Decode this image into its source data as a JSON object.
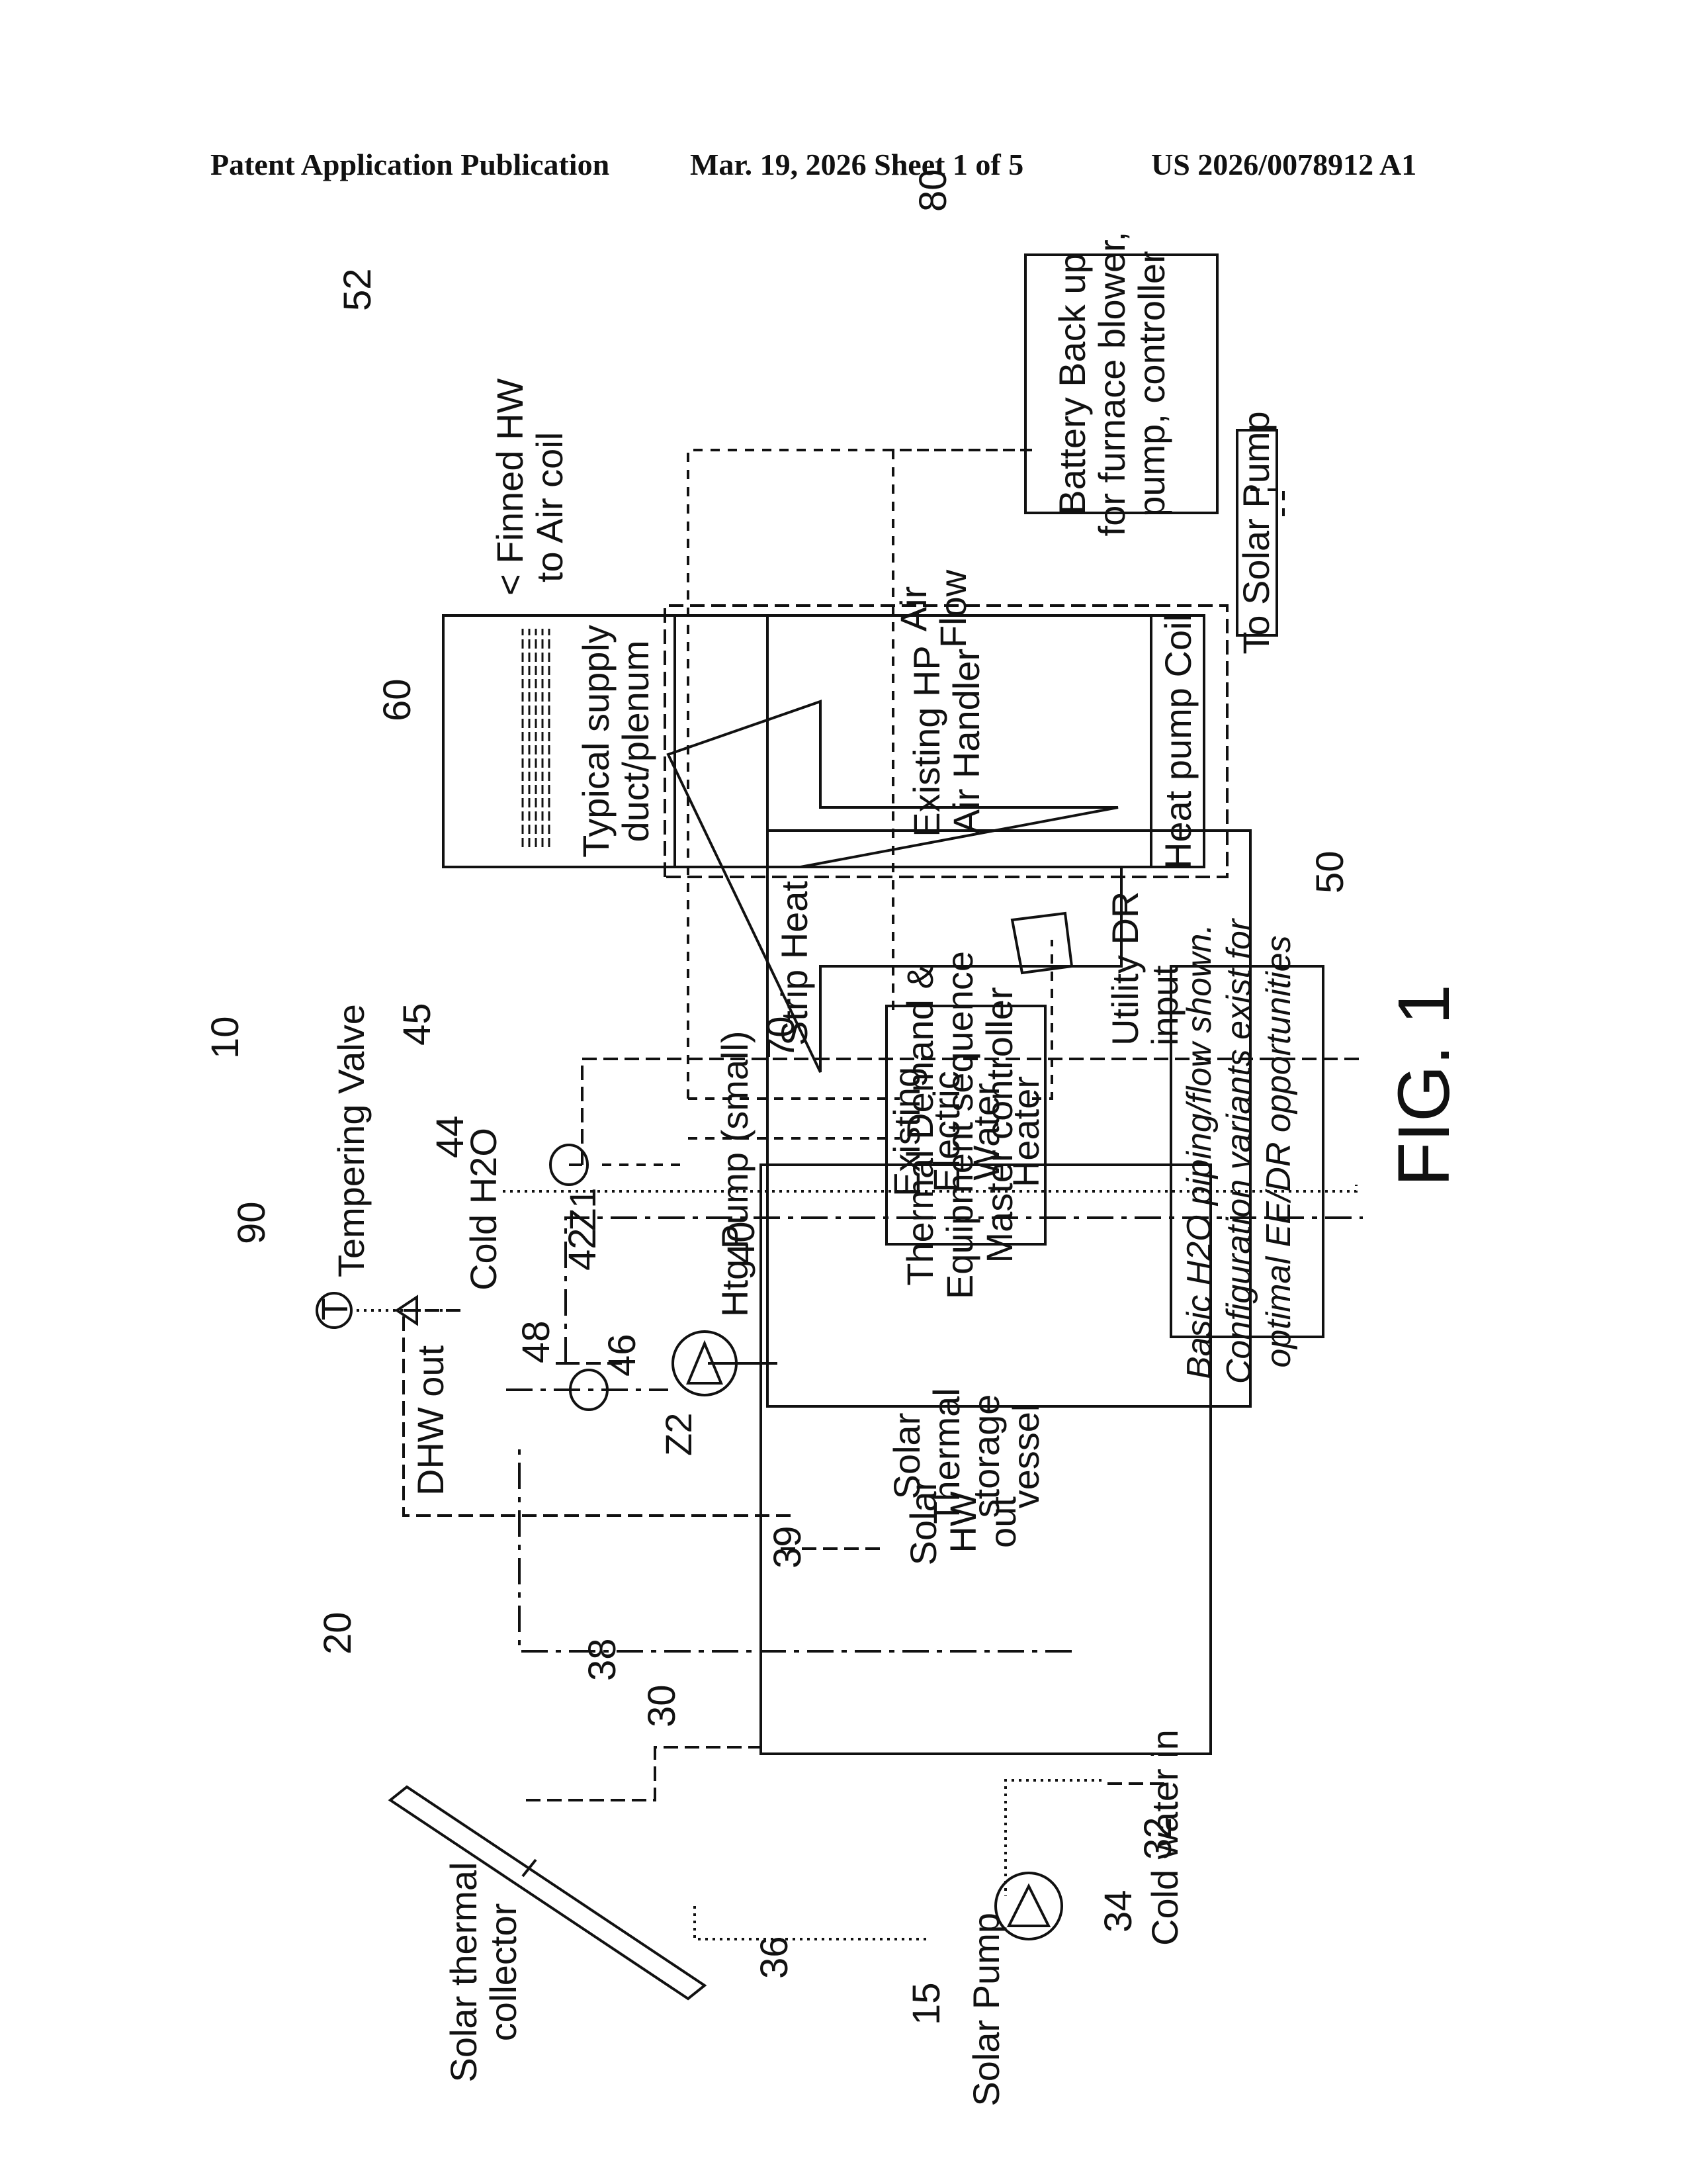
{
  "header": {
    "left": "Patent Application Publication",
    "middle": "Mar. 19, 2026  Sheet 1 of 5",
    "right": "US 2026/0078912 A1"
  },
  "figure_label": "FIG. 1",
  "refs": {
    "r10": "10",
    "r15": "15",
    "r20": "20",
    "r30": "30",
    "r32": "32",
    "r34": "34",
    "r36": "36",
    "r38": "38",
    "r39": "39",
    "r40": "40",
    "r42": "42",
    "r44": "44",
    "r45": "45",
    "r46": "46",
    "r48": "48",
    "r50": "50",
    "r52": "52",
    "r60": "60",
    "r70": "70",
    "r80": "80",
    "r90": "90"
  },
  "labels": {
    "solar_collector": [
      "Solar thermal",
      "collector"
    ],
    "solar_pump": "Solar Pump",
    "cold_water_in": "Cold water in",
    "storage_vessel": [
      "Solar",
      "Thermal",
      "storage",
      "vessel"
    ],
    "solar_hw_out": [
      "Solar",
      "HW",
      "out"
    ],
    "water_heater": [
      "Existing",
      "Electric",
      "Water",
      "Heater"
    ],
    "z2": "Z2",
    "z1": "Z1",
    "dhw_out": "DHW out",
    "cold_h2o": "Cold H2O",
    "tempering_valve": "Tempering Valve",
    "tempering_symbol": "T",
    "htg_pump": "Htg Pump (small)",
    "controller": [
      "Thermal Demand &",
      "Equipment sequence",
      "Master controller"
    ],
    "strip_heat": "Strip Heat",
    "utility_dr": [
      "Utility DR",
      "input"
    ],
    "supply_duct": [
      "Typical supply",
      "duct/plenum"
    ],
    "finned_coil": [
      "< Finned HW",
      "to Air coil"
    ],
    "air_handler": [
      "Existing HP",
      "Air Handler"
    ],
    "heat_pump_coil": "Heat pump Coil",
    "air_flow": [
      "Air",
      "Flow"
    ],
    "battery": [
      "Battery Back up",
      "for furnace blower,",
      "pump, controller"
    ],
    "to_solar_pump": "To Solar Pump",
    "note": [
      "Basic H2O piping/flow shown.",
      "Configuration variants exist for",
      "optimal EE/DR opportunities"
    ]
  }
}
